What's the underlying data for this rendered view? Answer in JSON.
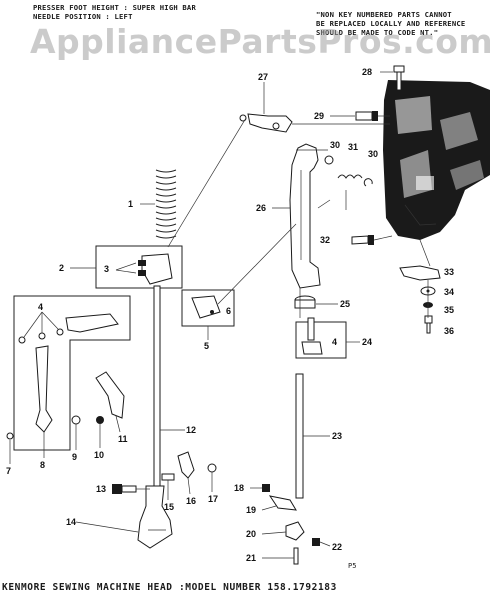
{
  "header": {
    "line1": "PRESSER FOOT HEIGHT : SUPER HIGH BAR",
    "line2": "NEEDLE POSITION : LEFT"
  },
  "note": {
    "line1": "\"NON KEY NUMBERED PARTS CANNOT",
    "line2": "BE REPLACED LOCALLY AND REFERENCE",
    "line3": "SHOULD BE MADE TO CODE NT.\"",
    "line4": ""
  },
  "watermark": "AppliancePartsPros.com",
  "footer": "KENMORE SEWING MACHINE HEAD :MODEL NUMBER 158.1792183",
  "page_mark": "P5",
  "callouts": [
    "1",
    "2",
    "3",
    "4",
    "5",
    "6",
    "7",
    "8",
    "9",
    "10",
    "11",
    "12",
    "13",
    "14",
    "15",
    "16",
    "17",
    "18",
    "19",
    "20",
    "21",
    "22",
    "23",
    "24",
    "25",
    "26",
    "27",
    "28",
    "29",
    "30",
    "31",
    "30",
    "32",
    "33",
    "34",
    "35",
    "36",
    "4"
  ]
}
